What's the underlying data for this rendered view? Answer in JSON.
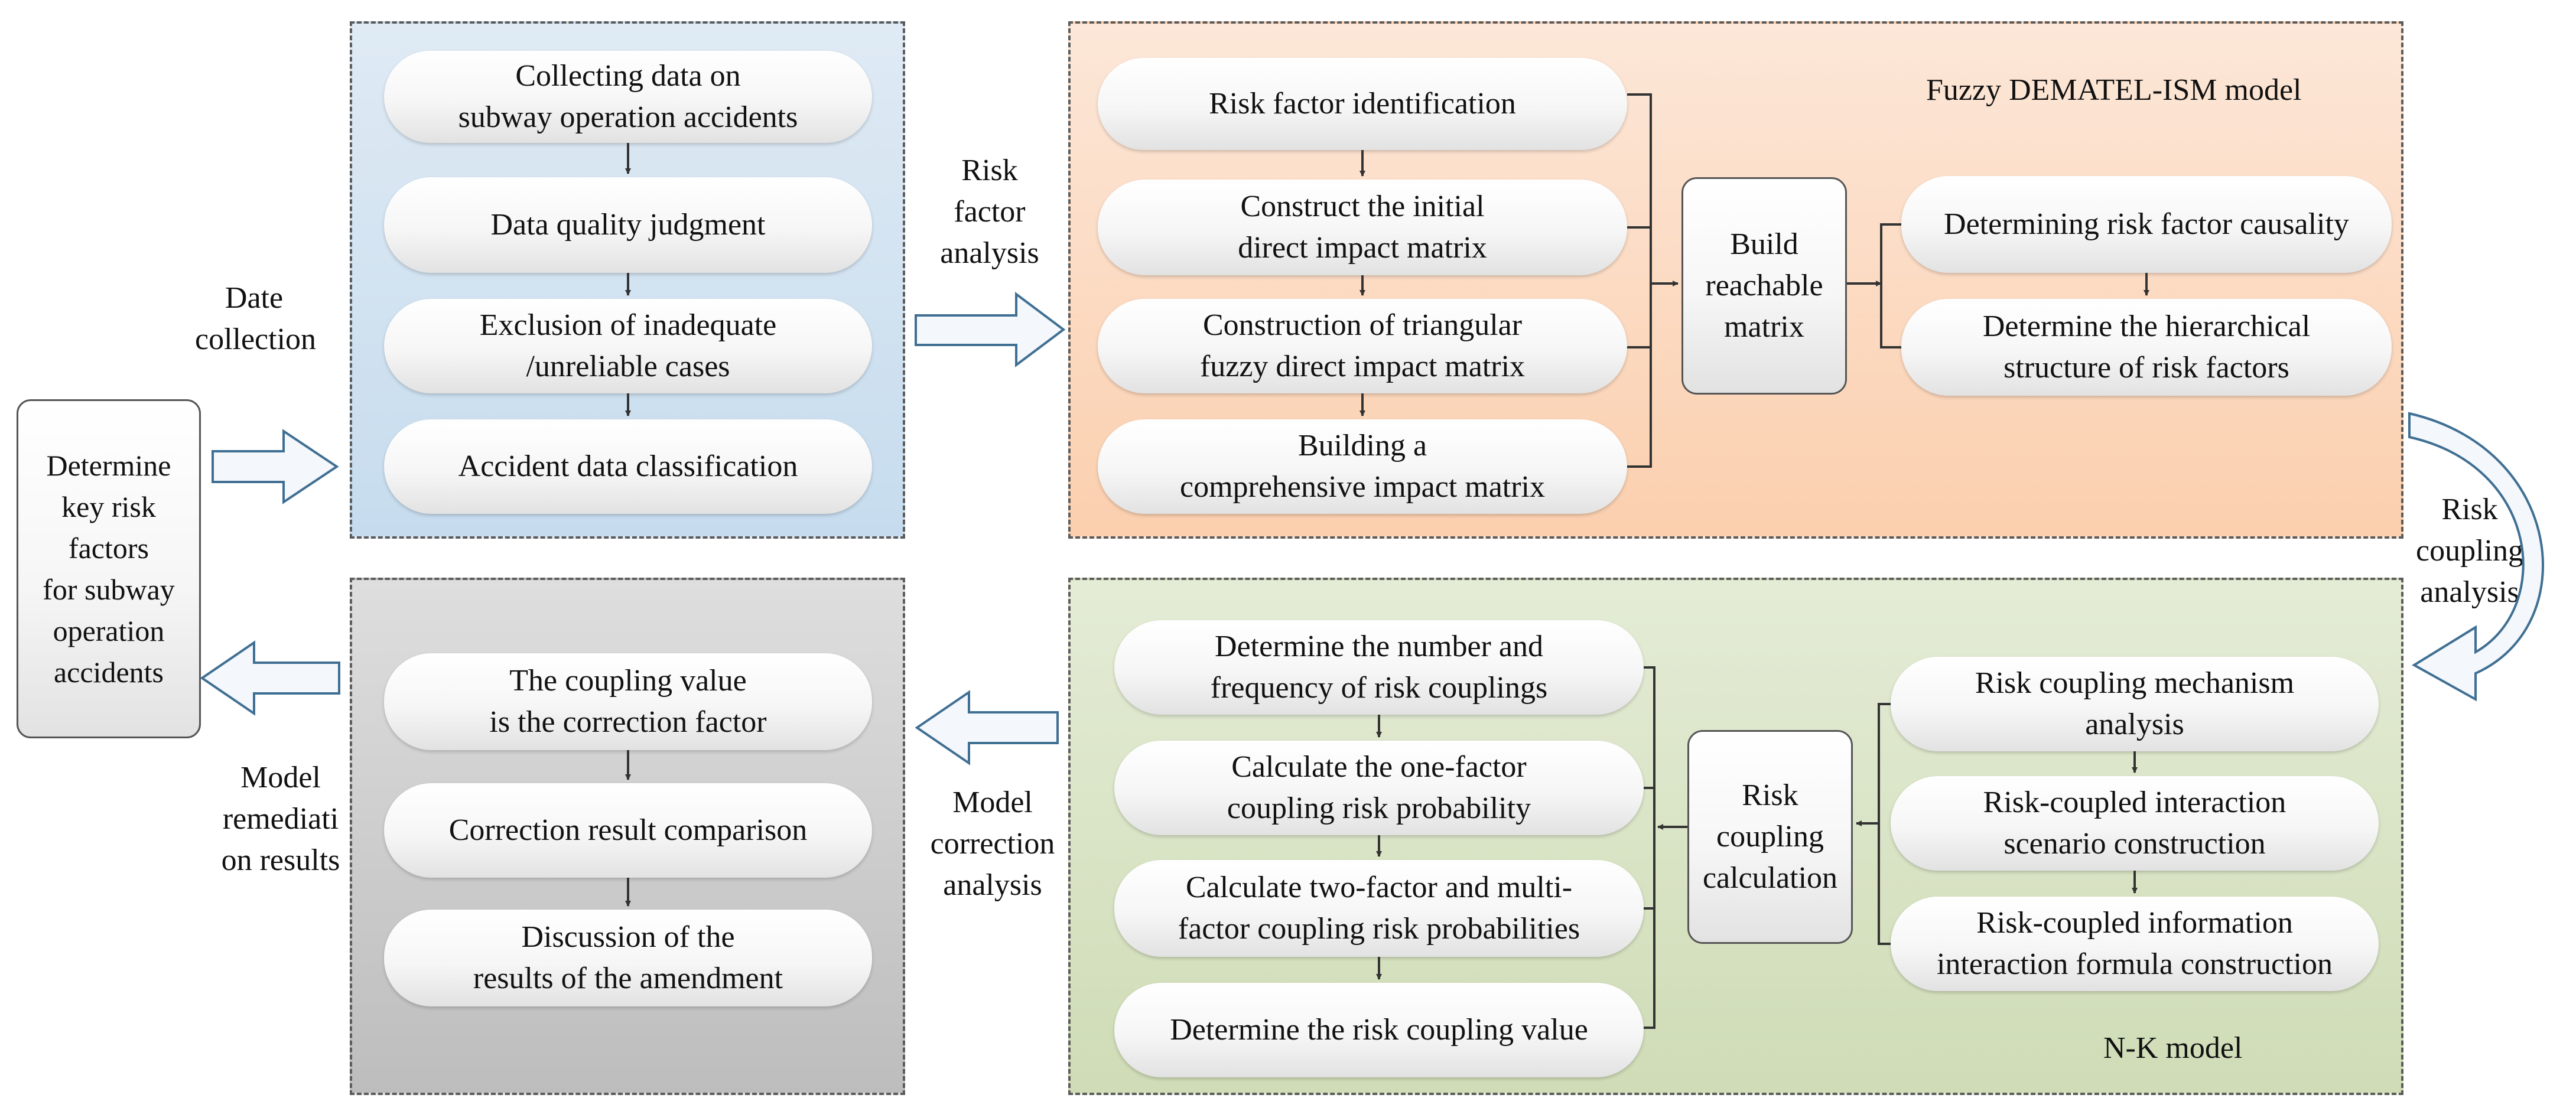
{
  "key_risk_box": "Determine\nkey risk\nfactors\nfor subway\noperation\naccidents",
  "labels": {
    "date_collection": "Date\ncollection",
    "model_remediation": "Model\nremediati\non results",
    "risk_factor_analysis": "Risk\nfactor\nanalysis",
    "model_correction_analysis": "Model\ncorrection\nanalysis",
    "risk_coupling_analysis": "Risk\ncoupling\nanalysis"
  },
  "data_collection_panel": {
    "steps": [
      "Collecting data on\nsubway operation accidents",
      "Data quality judgment",
      "Exclusion of inadequate\n/unreliable cases",
      "Accident data classification"
    ]
  },
  "remediation_panel": {
    "steps": [
      "The coupling value\nis the correction factor",
      "Correction result comparison",
      "Discussion of the\nresults of the amendment"
    ]
  },
  "dematel_panel": {
    "title": "Fuzzy DEMATEL-ISM model",
    "left_steps": [
      "Risk factor identification",
      "Construct the initial\ndirect impact matrix",
      "Construction of triangular\nfuzzy direct impact matrix",
      "Building a\ncomprehensive impact matrix"
    ],
    "center_box": "Build\nreachable\nmatrix",
    "right_steps": [
      "Determining risk factor causality",
      "Determine the hierarchical\nstructure of risk factors"
    ]
  },
  "nk_panel": {
    "title": "N-K model",
    "left_steps": [
      "Determine the number and\nfrequency of risk couplings",
      "Calculate the one-factor\ncoupling risk probability",
      "Calculate two-factor and multi-\nfactor coupling risk probabilities",
      "Determine the risk coupling value"
    ],
    "center_box": "Risk\ncoupling\ncalculation",
    "right_steps": [
      "Risk coupling mechanism\nanalysis",
      "Risk-coupled interaction\nscenario construction",
      "Risk-coupled information\ninteraction formula construction"
    ]
  },
  "colors": {
    "data_panel_bg": "#cfe1ef",
    "remediation_panel_bg": "#c7c7c7",
    "dematel_panel_bg": "#fbd4b8",
    "nk_panel_bg": "#d6e2c0",
    "hollow_arrow_fill": "#f4f7fb",
    "hollow_arrow_stroke": "#3f6f93"
  }
}
